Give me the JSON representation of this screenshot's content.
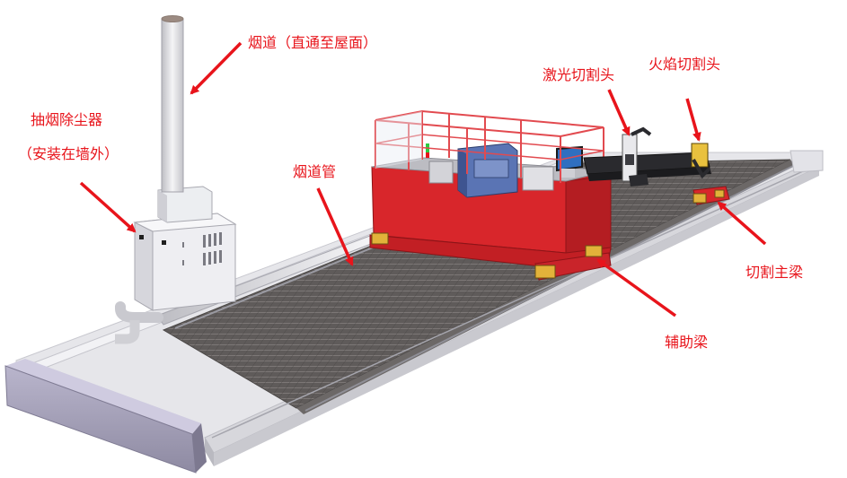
{
  "labels": {
    "flue": "烟道（直通至屋面）",
    "collector_line1": "抽烟除尘器",
    "collector_line2": "（安装在墙外）",
    "flue_pipe": "烟道管",
    "laser_head": "激光切割头",
    "flame_head": "火焰切割头",
    "main_beam": "切割主梁",
    "aux_beam": "辅助梁"
  },
  "colors": {
    "callout_text": "#e8141b",
    "arrow": "#e8141b",
    "cabin_red": "#d8262b",
    "rail_frame": "#d9d9de",
    "rail_end_cap": "#a9a5bd",
    "slat_bed": "#5e5b5a",
    "collector_body": "#ecedf1"
  }
}
